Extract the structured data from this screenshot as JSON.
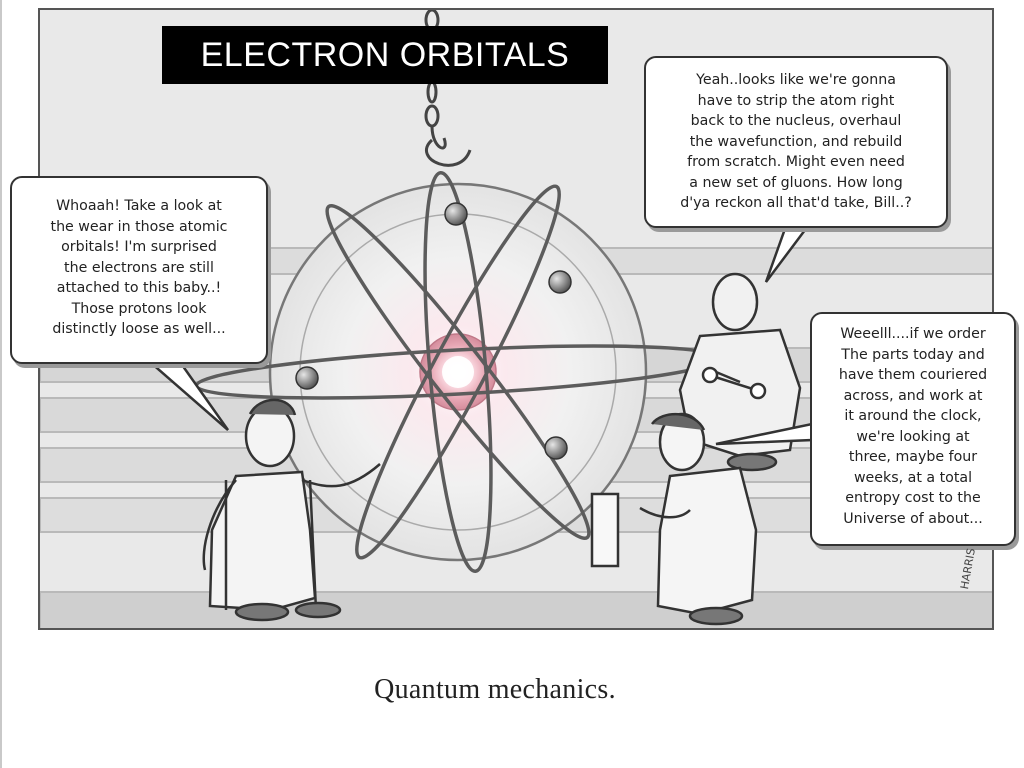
{
  "slide": {
    "title": "ELECTRON ORBITALS"
  },
  "cartoon": {
    "bubble_left": {
      "lines": [
        "Whoaah!  Take a look at",
        "the wear in those atomic",
        "orbitals!  I'm surprised",
        "the electrons are still",
        "attached to this baby..!",
        "Those protons look",
        "distinctly loose as well..."
      ]
    },
    "bubble_top_right": {
      "lines": [
        "Yeah..looks like we're gonna",
        "have to strip the atom right",
        "back to the nucleus, overhaul",
        "the wavefunction, and rebuild",
        "from scratch.  Might even need",
        "a new set of gluons.  How long",
        "d'ya reckon all that'd take, Bill..?"
      ]
    },
    "bubble_right": {
      "lines": [
        "Weeelll....if we order",
        "The parts today and",
        "have them couriered",
        "across, and work at",
        "it around the clock,",
        "we're looking at",
        "three, maybe four",
        "weeks, at a total",
        "entropy cost to the",
        "Universe of about..."
      ]
    },
    "signature": "HARRIS",
    "caption": "Quantum mechanics."
  },
  "icons": [
    "atom-illustration",
    "chain-hook-icon",
    "mechanic-figure",
    "wrench-icon"
  ]
}
